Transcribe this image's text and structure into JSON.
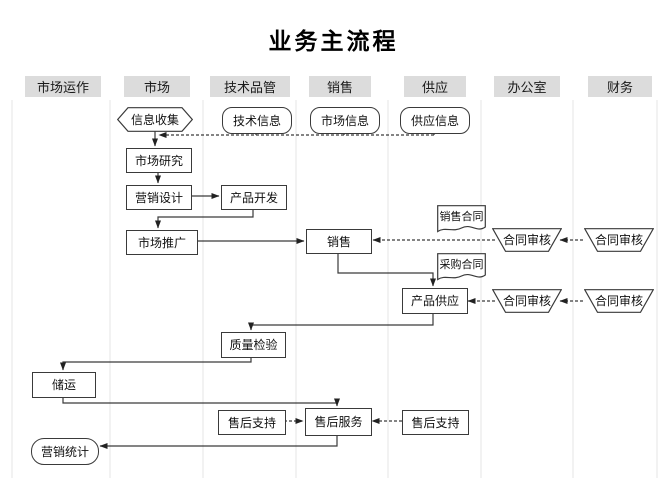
{
  "title": "业务主流程",
  "lanes": [
    {
      "label": "市场运作"
    },
    {
      "label": "市场"
    },
    {
      "label": "技术品管"
    },
    {
      "label": "销售"
    },
    {
      "label": "供应"
    },
    {
      "label": "办公室"
    },
    {
      "label": "财务"
    }
  ],
  "nodes": {
    "info_collect": {
      "label": "信息收集",
      "shape": "hexagon"
    },
    "tech_info": {
      "label": "技术信息",
      "shape": "rounded-rect"
    },
    "market_info": {
      "label": "市场信息",
      "shape": "rounded-rect"
    },
    "supply_info": {
      "label": "供应信息",
      "shape": "rounded-rect"
    },
    "market_research": {
      "label": "市场研究",
      "shape": "rect"
    },
    "marketing_design": {
      "label": "营销设计",
      "shape": "rect"
    },
    "product_dev": {
      "label": "产品开发",
      "shape": "rect"
    },
    "market_promotion": {
      "label": "市场推广",
      "shape": "rect"
    },
    "sales": {
      "label": "销售",
      "shape": "rect"
    },
    "sales_contract": {
      "label": "销售合同",
      "shape": "document"
    },
    "contract_review_office_1": {
      "label": "合同审核",
      "shape": "trapezoid"
    },
    "contract_review_finance_1": {
      "label": "合同审核",
      "shape": "trapezoid"
    },
    "purchase_contract": {
      "label": "采购合同",
      "shape": "document"
    },
    "product_supply": {
      "label": "产品供应",
      "shape": "rect"
    },
    "contract_review_office_2": {
      "label": "合同审核",
      "shape": "trapezoid"
    },
    "contract_review_finance_2": {
      "label": "合同审核",
      "shape": "trapezoid"
    },
    "quality_inspection": {
      "label": "质量检验",
      "shape": "rect"
    },
    "storage_transport": {
      "label": "储运",
      "shape": "rect"
    },
    "aftersales_support_tech": {
      "label": "售后支持",
      "shape": "rect"
    },
    "aftersales_service": {
      "label": "售后服务",
      "shape": "rect"
    },
    "aftersales_support_supply": {
      "label": "售后支持",
      "shape": "rect"
    },
    "marketing_stats": {
      "label": "营销统计",
      "shape": "stadium"
    }
  },
  "colors": {
    "background": "#ffffff",
    "header_bg": "#dcdcdc",
    "connector_line": "#3a3a3a",
    "lane_line": "#e4e4e4",
    "node_fill": "#ffffff",
    "text": "#111111"
  }
}
